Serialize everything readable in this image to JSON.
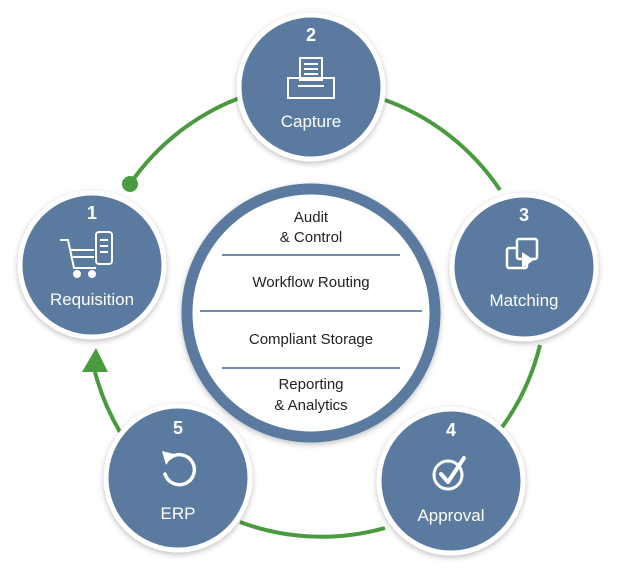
{
  "colors": {
    "node_fill": "#5a7aa0",
    "node_ring": "#ffffff",
    "cycle_line": "#4a9a3f",
    "hub_ring": "#5a7aa0",
    "hub_fill": "#ffffff",
    "hub_text": "#222222",
    "divider": "#5a7aa0"
  },
  "steps": [
    {
      "number": "1",
      "label": "Requisition",
      "icon": "shopping-cart-icon"
    },
    {
      "number": "2",
      "label": "Capture",
      "icon": "document-scanner-icon"
    },
    {
      "number": "3",
      "label": "Matching",
      "icon": "matching-documents-icon"
    },
    {
      "number": "4",
      "label": "Approval",
      "icon": "approval-check-icon"
    },
    {
      "number": "5",
      "label": "ERP",
      "icon": "refresh-icon"
    }
  ],
  "hub": {
    "sections": [
      {
        "line1": "Audit",
        "line2": "& Control"
      },
      {
        "line1": "Workflow Routing",
        "line2": ""
      },
      {
        "line1": "Compliant Storage",
        "line2": ""
      },
      {
        "line1": "Reporting",
        "line2": "& Analytics"
      }
    ]
  }
}
